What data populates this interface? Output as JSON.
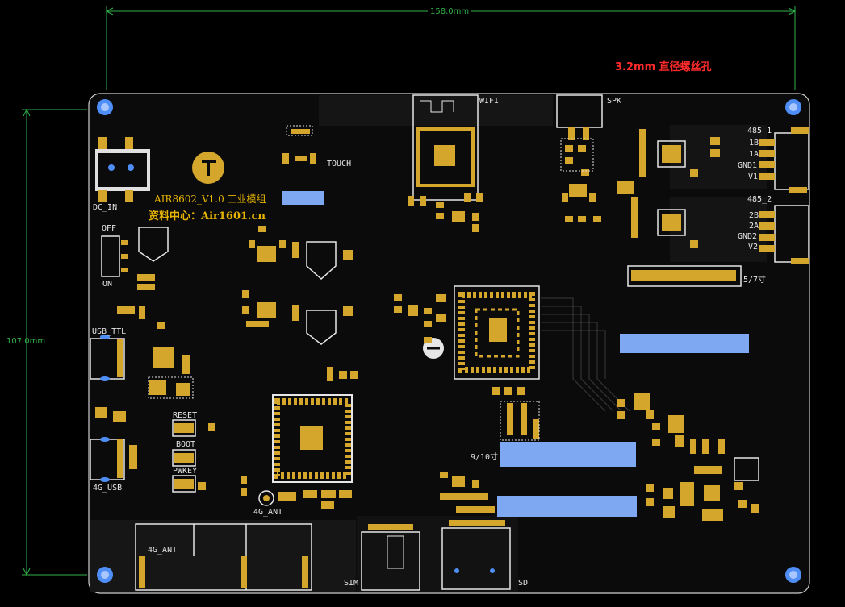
{
  "dimensions": {
    "width_label": "158.0mm",
    "height_label": "107.0mm"
  },
  "note": "3.2mm 直径螺丝孔",
  "board": {
    "title": "AIR8602_V1.0 工业模组",
    "subtitle": "资料中心：Air1601.cn"
  },
  "labels": {
    "dc_in": "DC_IN",
    "off": "OFF",
    "on": "ON",
    "usb_ttl": "USB_TTL",
    "usb_4g": "4G_USB",
    "reset": "RESET",
    "boot": "BOOT",
    "pwkey": "PWKEY",
    "ant_4g": "4G_ANT",
    "ant_4g_bottom": "4G_ANT",
    "touch": "TOUCH",
    "wifi": "WIFI",
    "spk": "SPK",
    "rs485_1": "485_1",
    "rs485_2": "485_2",
    "pin_1b": "1B",
    "pin_1a": "1A",
    "pin_gnd1": "GND1",
    "pin_v1": "V1",
    "pin_2b": "2B",
    "pin_2a": "2A",
    "pin_gnd2": "GND2",
    "pin_v2": "V2",
    "lcd_57": "5/7寸",
    "lcd_910": "9/10寸",
    "sim": "SIM",
    "sd": "SD"
  },
  "colors": {
    "board": "#0b0b0b",
    "copper": "#d4a72c",
    "silkscreen": "#e6e6e6",
    "dimension": "#2fb24a",
    "note": "#ff2a2a",
    "highlight": "#7fa8f2",
    "hole": "#4f8ef7"
  }
}
